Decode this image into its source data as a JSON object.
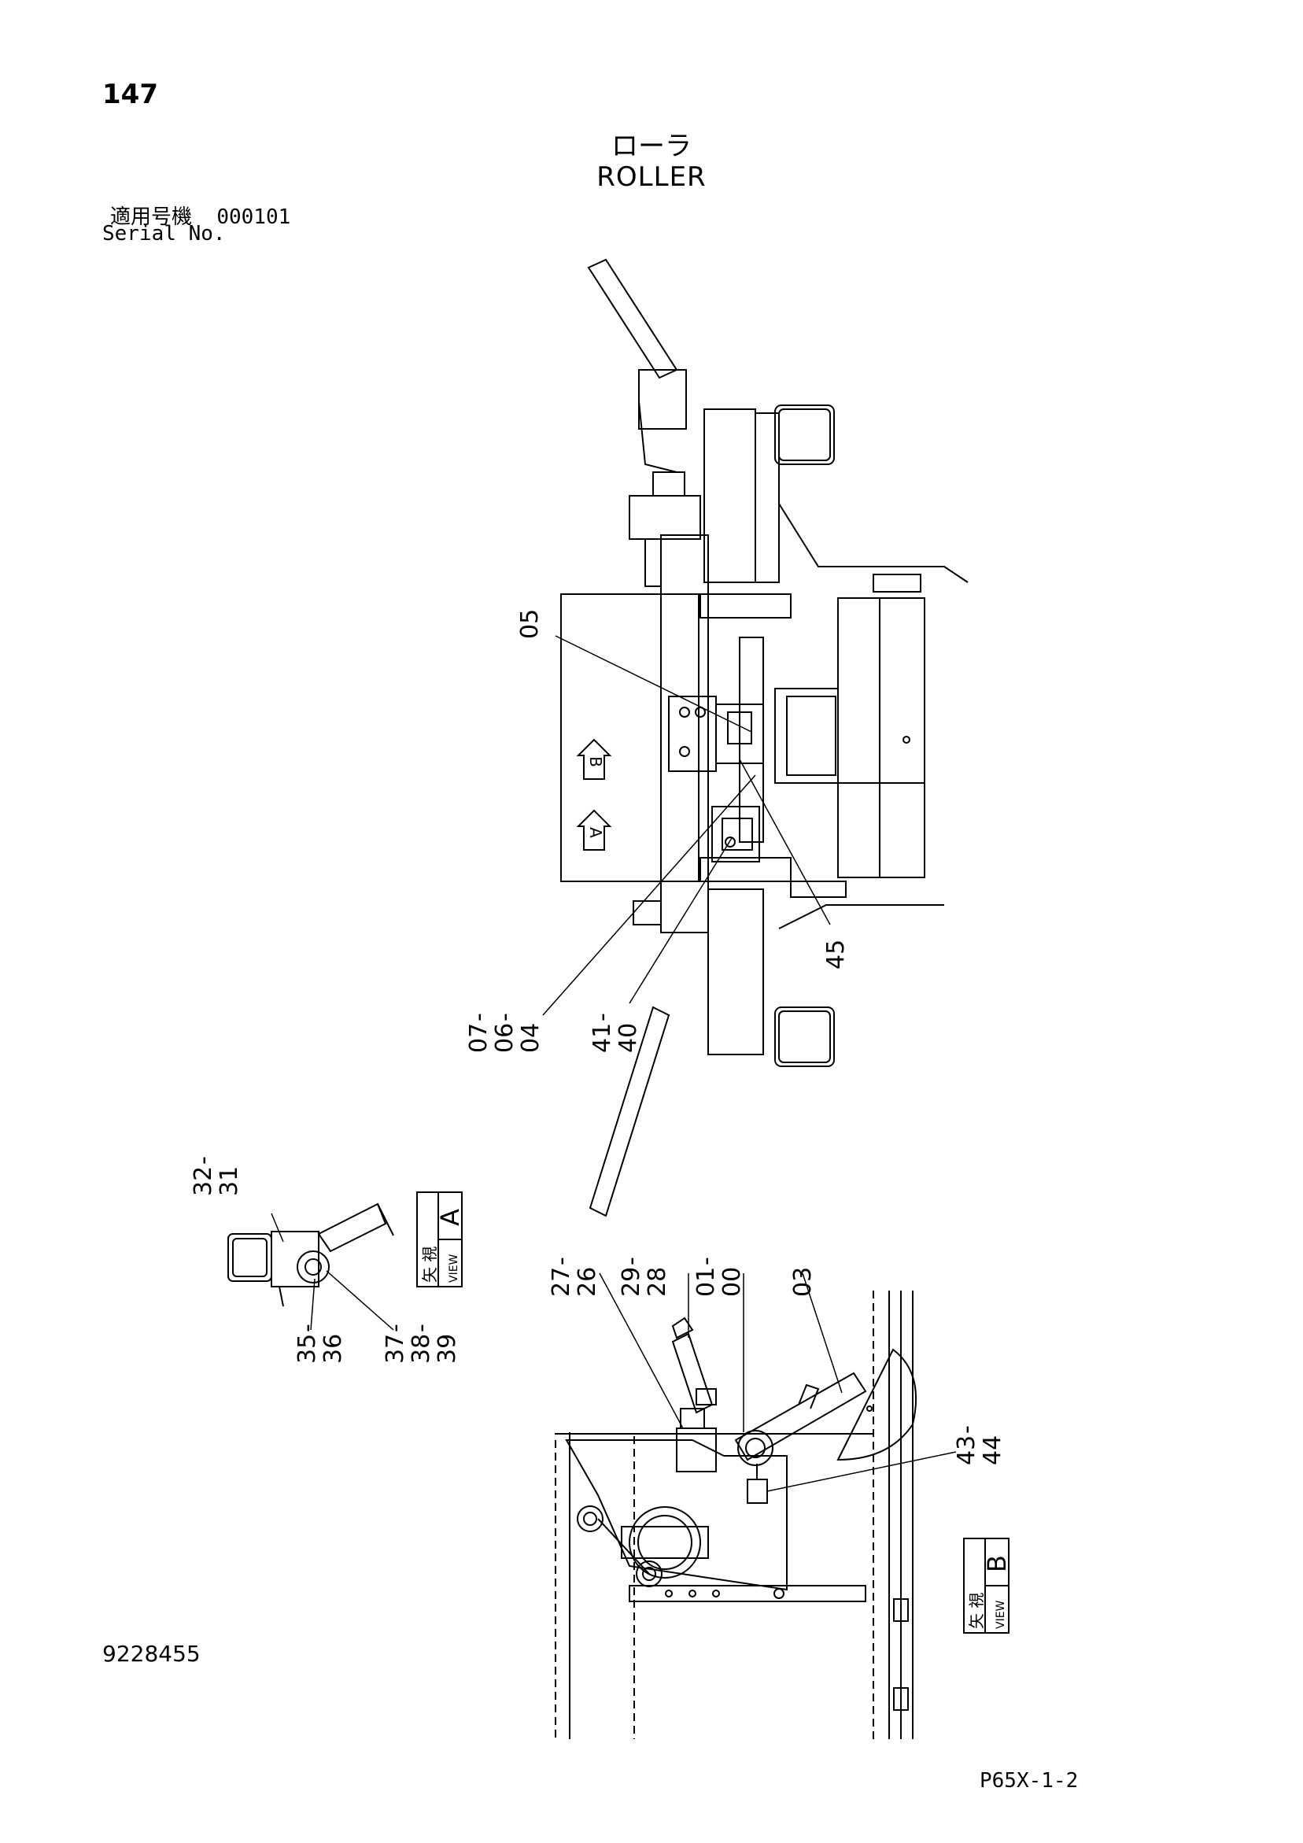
{
  "header": {
    "page_number": "147",
    "title_jp": "ローラ",
    "title_en": "ROLLER",
    "serial_label_jp": "適用号機",
    "serial_value": "000101",
    "serial_label_en": "Serial No."
  },
  "footer": {
    "doc_number": "9228455",
    "sheet_code": "P65X-1-2"
  },
  "callouts": {
    "c05": "05",
    "c45": "45",
    "c07": "07",
    "c06": "06",
    "c04": "04",
    "c41": "41",
    "c40": "40",
    "c32": "32",
    "c31": "31",
    "c35": "35",
    "c36": "36",
    "c37": "37",
    "c38": "38",
    "c39": "39",
    "c27": "27",
    "c26": "26",
    "c29": "29",
    "c28": "28",
    "c01": "01",
    "c00": "00",
    "c03": "03",
    "c43": "43",
    "c44": "44",
    "dash": "-"
  },
  "view_markers": {
    "arrow_a": "A",
    "arrow_b": "B",
    "view_a_letter": "A",
    "view_b_letter": "B",
    "view_jp": "矢 視",
    "view_en": "VIEW"
  }
}
